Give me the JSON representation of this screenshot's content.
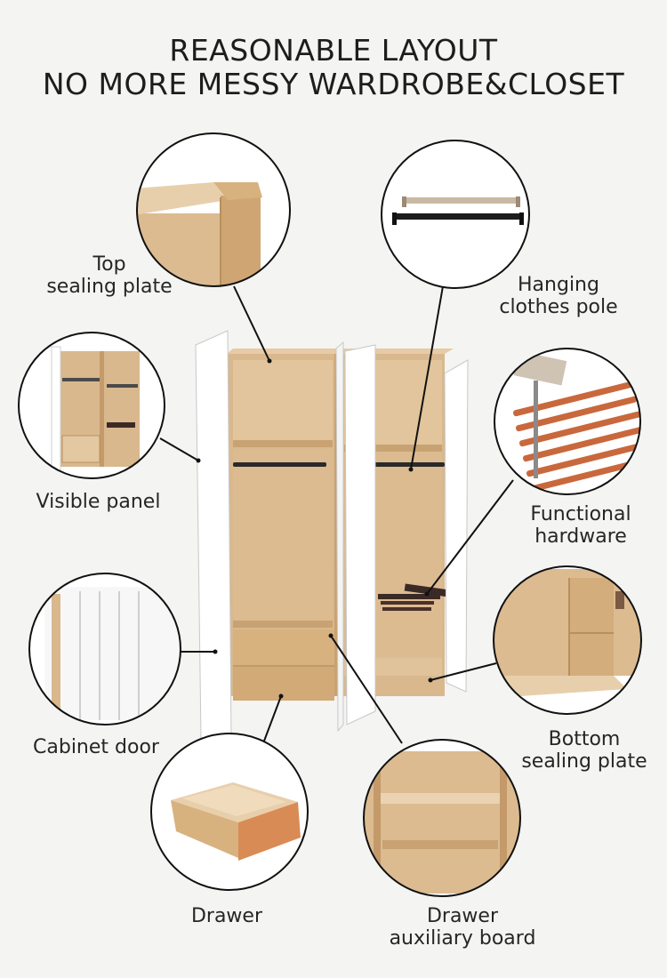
{
  "title": {
    "line1": "REASONABLE LAYOUT",
    "line2": "NO MORE MESSY WARDROBE&CLOSET"
  },
  "labels": {
    "top_sealing_plate": [
      "Top",
      "sealing plate"
    ],
    "hanging_clothes_pole": [
      "Hanging",
      "clothes pole"
    ],
    "visible_panel": [
      "Visible panel"
    ],
    "functional_hardware": [
      "Functional",
      "hardware"
    ],
    "cabinet_door": [
      "Cabinet door"
    ],
    "bottom_sealing_plate": [
      "Bottom",
      "sealing plate"
    ],
    "drawer": [
      "Drawer"
    ],
    "drawer_auxiliary_board": [
      "Drawer",
      "auxiliary board"
    ]
  },
  "colors": {
    "background": "#f4f4f2",
    "wood": "#d8b58a",
    "wood_dark": "#c49a6a",
    "door": "#ffffff",
    "leader_line": "#111111",
    "drawer_front": "#d98b55"
  }
}
